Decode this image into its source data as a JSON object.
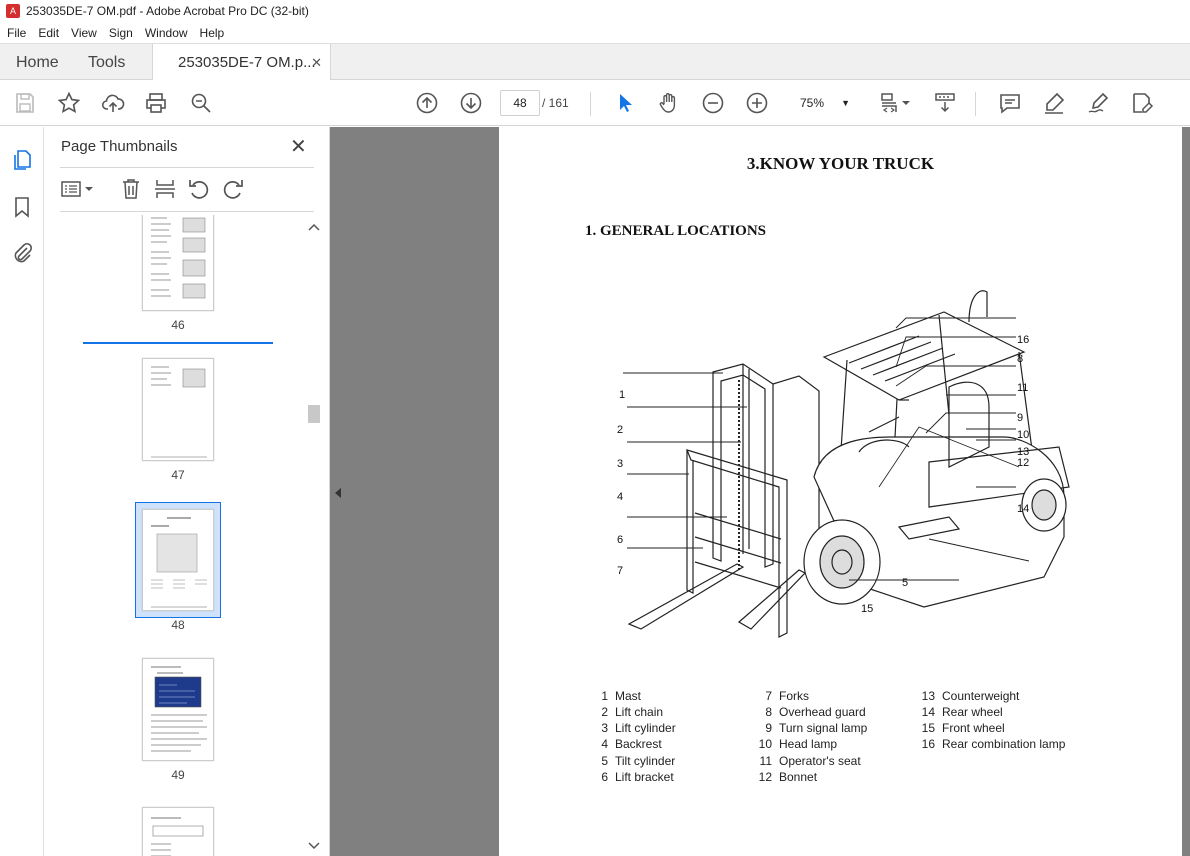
{
  "window": {
    "title": "253035DE-7 OM.pdf - Adobe Acrobat Pro DC (32-bit)"
  },
  "menu": [
    "File",
    "Edit",
    "View",
    "Sign",
    "Window",
    "Help"
  ],
  "tabs": {
    "home": "Home",
    "tools": "Tools",
    "document": "253035DE-7 OM.p...",
    "close": "✕"
  },
  "toolbar": {
    "page_current": "48",
    "page_total": "/ 161",
    "zoom": "75%",
    "zoom_caret": "▼"
  },
  "thumbnails_panel": {
    "title": "Page Thumbnails",
    "close": "✕",
    "pages": [
      {
        "label": "46"
      },
      {
        "label": "47"
      },
      {
        "label": "48"
      },
      {
        "label": "49"
      }
    ]
  },
  "document": {
    "heading": "3.KNOW YOUR TRUCK",
    "section": "1. GENERAL LOCATIONS",
    "callouts": [
      "1",
      "2",
      "3",
      "4",
      "6",
      "7",
      "16",
      "8",
      "11",
      "9",
      "10",
      "13",
      "12",
      "14",
      "5",
      "15"
    ],
    "legend": [
      [
        {
          "n": "1",
          "t": "Mast"
        },
        {
          "n": "2",
          "t": "Lift chain"
        },
        {
          "n": "3",
          "t": "Lift cylinder"
        },
        {
          "n": "4",
          "t": "Backrest"
        },
        {
          "n": "5",
          "t": "Tilt cylinder"
        },
        {
          "n": "6",
          "t": "Lift bracket"
        }
      ],
      [
        {
          "n": "7",
          "t": "Forks"
        },
        {
          "n": "8",
          "t": "Overhead guard"
        },
        {
          "n": "9",
          "t": "Turn signal lamp"
        },
        {
          "n": "10",
          "t": "Head lamp"
        },
        {
          "n": "11",
          "t": "Operator's seat"
        },
        {
          "n": "12",
          "t": "Bonnet"
        }
      ],
      [
        {
          "n": "13",
          "t": "Counterweight"
        },
        {
          "n": "14",
          "t": "Rear wheel"
        },
        {
          "n": "15",
          "t": "Front wheel"
        },
        {
          "n": "16",
          "t": "Rear combination lamp"
        }
      ]
    ]
  },
  "colors": {
    "doc_bg": "#808080",
    "accent": "#1473e6",
    "pdf_red": "#d32f2f"
  }
}
